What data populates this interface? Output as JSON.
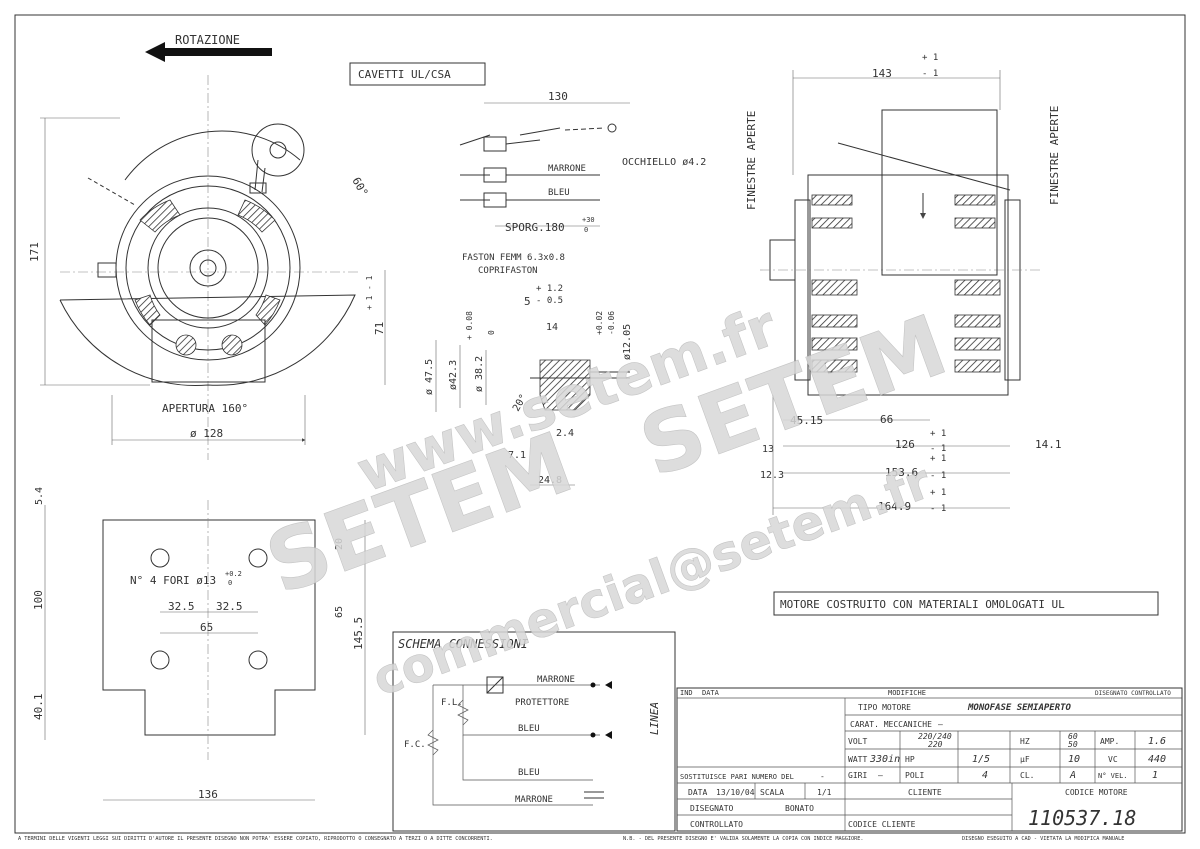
{
  "title_top": {
    "rotation_label": "ROTAZIONE",
    "cable_label": "CAVETTI UL/CSA"
  },
  "front_view": {
    "dim_171": "171",
    "dim_71": "71",
    "dim_tol_plus": "+ 1",
    "dim_tol_minus": "- 1",
    "angle_60": "60°",
    "opening": "APERTURA 160°",
    "dia_128": "ø 128"
  },
  "cable_detail": {
    "dim_130": "130",
    "eyelet": "OCCHIELLO ø4.2",
    "wire_brown": "MARRONE",
    "wire_blue": "BLEU",
    "strip": "SPORG.180",
    "strip_tol_plus": "+30",
    "strip_tol_minus": "0",
    "faston": "FASTON FEMM 6.3x0.8",
    "cover": "COPRIFASTON"
  },
  "shaft_detail": {
    "dim_5": "5",
    "dim_5_tol_plus": "+ 1.2",
    "dim_5_tol_minus": "- 0.5",
    "dim_14": "14",
    "dia_47_5": "ø 47.5",
    "dia_42_3": "ø42.3",
    "dia_38_2": "ø 38.2",
    "dia_38_tol_plus": "+ 0.08",
    "dia_38_tol_minus": "0",
    "dia_shaft": "ø12.05",
    "dia_shaft_tol_plus": "+0.02",
    "dia_shaft_tol_minus": "-0.06",
    "angle_20": "20°",
    "dim_2_4": "2.4",
    "dim_7_1": "7.1",
    "dim_24_8": "24.8"
  },
  "side_view": {
    "dim_143": "143",
    "dim_143_tol_plus": "+ 1",
    "dim_143_tol_minus": "- 1",
    "vent_left": "FINESTRE APERTE",
    "vent_right": "FINESTRE APERTE",
    "dim_45_15": "45.15",
    "dim_66": "66",
    "dim_126": "126",
    "dim_126_tol_plus": "+ 1",
    "dim_126_tol_minus": "- 1",
    "dim_14_1": "14.1",
    "dim_13": "13",
    "dim_12_3": "12.3",
    "dim_153": "153.6",
    "dim_153_tol_plus": "+ 1",
    "dim_153_tol_minus": "- 1",
    "dim_164": "164.9",
    "dim_164_tol_plus": "+ 1",
    "dim_164_tol_minus": "- 1"
  },
  "base_view": {
    "dim_5_4": "5.4",
    "dim_100": "100",
    "dim_40_1": "40.1",
    "dim_20": "20",
    "dim_65_v": "65",
    "dim_145_5": "145.5",
    "holes": "N° 4 FORI ø13",
    "holes_tol_plus": "+0.2",
    "holes_tol_minus": "0",
    "dim_32_5_a": "32.5",
    "dim_32_5_b": "32.5",
    "dim_65": "65",
    "dim_136": "136"
  },
  "schematic": {
    "title": "SCHEMA CONNESSIONI",
    "brown_top": "MARRONE",
    "protector": "PROTETTORE",
    "fl": "F.L.",
    "fc": "F.C.",
    "blue_top": "BLEU",
    "blue_bottom": "BLEU",
    "brown_bottom": "MARRONE",
    "line": "LINEA"
  },
  "ul_note": "MOTORE COSTRUITO CON MATERIALI OMOLOGATI UL",
  "title_block": {
    "ind": "IND",
    "data": "DATA",
    "modifiche": "MODIFICHE",
    "disegnato_controllato": "DISEGNATO CONTROLLATO",
    "tipo_motore_label": "TIPO MOTORE",
    "tipo_motore_value": "MONOFASE SEMIAPERTO",
    "carat_label": "CARAT. MECCANICHE",
    "carat_value": "—",
    "volt_label": "VOLT",
    "volt_value_top": "220/240",
    "volt_value_bottom": "220",
    "hz_label": "HZ",
    "hz_value_top": "60",
    "hz_value_bottom": "50",
    "amp_label": "AMP.",
    "amp_value": "1.6",
    "watt_label": "WATT",
    "watt_value": "330in",
    "hp_label": "HP",
    "hp_value": "1/5",
    "uf_label": "µF",
    "uf_value": "10",
    "vc_label": "VC",
    "vc_value": "440",
    "giri_label": "GIRI",
    "giri_value": "—",
    "poli_label": "POLI",
    "poli_value": "4",
    "cl_label": "CL.",
    "cl_value": "A",
    "nvel_label": "N° VEL.",
    "nvel_value": "1",
    "sostituisce_label": "SOSTITUISCE PARI NUMERO DEL",
    "sostituisce_value": "-",
    "date_label": "DATA",
    "date_value": "13/10/04",
    "scala_label": "SCALA",
    "scala_value": "1/1",
    "disegnato_label": "DISEGNATO",
    "disegnato_value": "BONATO",
    "controllato_label": "CONTROLLATO",
    "cliente_label": "CLIENTE",
    "codice_cliente_label": "CODICE CLIENTE",
    "codice_motore_label": "CODICE MOTORE",
    "codice_motore_value": "110537.18"
  },
  "footer": {
    "copyright": "A TERMINI DELLE VIGENTI LEGGI SUI DIRITTI D'AUTORE IL PRESENTE DISEGNO NON POTRA' ESSERE COPIATO, RIPRODOTTO O CONSEGNATO A TERZI O A DITTE CONCORRENTI.",
    "nb": "N.B. - DEL PRESENTE DISEGNO E' VALIDA SOLAMENTE LA COPIA CON INDICE MAGGIORE.",
    "cad": "DISEGNO ESEGUITO A CAD - VIETATA LA MODIFICA MANUALE"
  },
  "watermark": {
    "site": "www.setem.fr",
    "brand": "SETEM",
    "brand2": "SETEM",
    "email": "commercial@setem.fr"
  }
}
